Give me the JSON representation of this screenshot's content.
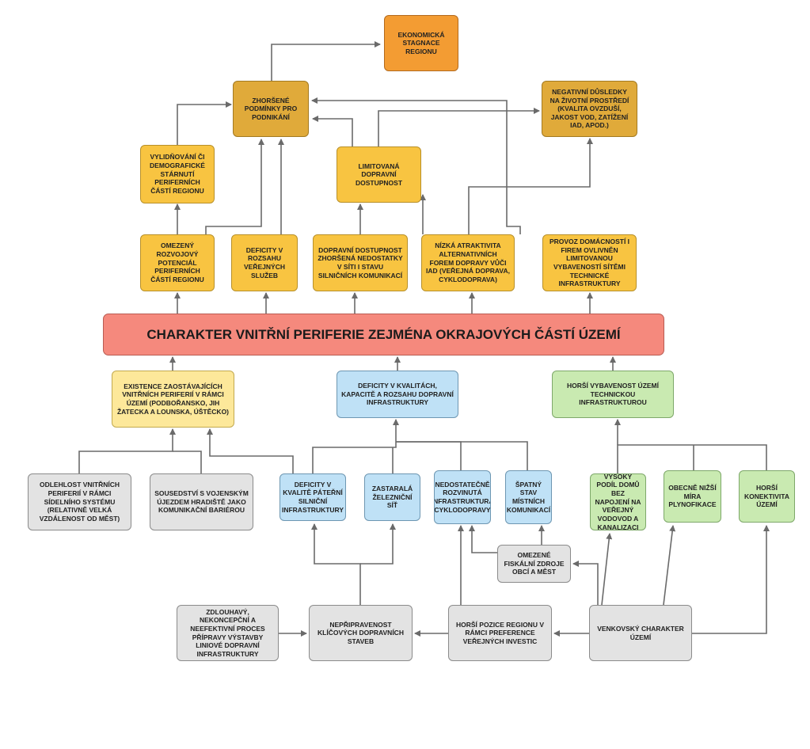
{
  "nodes": {
    "ekonomicka_stagnace": "EKONOMICKÁ STAGNACE REGIONU",
    "zhorsene_podminky": "ZHORŠENÉ PODMÍNKY PRO PODNIKÁNÍ",
    "negativni_dusledky": "NEGATIVNÍ DŮSLEDKY NA ŽIVOTNÍ PROSTŘEDÍ (KVALITA OVZDUŠÍ, JAKOST VOD, ZATÍŽENÍ IAD, APOD.)",
    "vylidnovani": "VYLIDŇOVÁNÍ ČI DEMOGRAFICKÉ STÁRNUTÍ PERIFERNÍCH ČÁSTÍ REGIONU",
    "limitovana_dostupnost": "LIMITOVANÁ DOPRAVNÍ DOSTUPNOST",
    "omezeny_potencial": "OMEZENÝ ROZVOJOVÝ POTENCIÁL PERIFERNÍCH ČÁSTÍ REGIONU",
    "deficity_sluzeb": "DEFICITY V ROZSAHU VEŘEJNÝCH SLUŽEB",
    "dopravni_dostupnost": "DOPRAVNÍ DOSTUPNOST ZHORŠENÁ NEDOSTATKY V SÍTI I STAVU SILNIČNÍCH KOMUNIKACÍ",
    "nizka_atraktivita": "NÍZKÁ ATRAKTIVITA ALTERNATIVNÍCH FOREM DOPRAVY VŮČI IAD (VEŘEJNÁ DOPRAVA, CYKLODOPRAVA)",
    "provoz_domacnosti": "PROVOZ DOMÁCNOSTÍ I FIREM OVLIVNĚN LIMITOVANOU VYBAVENOSTÍ SÍTĚMI TECHNICKÉ INFRASTRUKTURY",
    "charakter_periferie": "CHARAKTER VNITŘNÍ PERIFERIE ZEJMÉNA OKRAJOVÝCH ČÁSTÍ ÚZEMÍ",
    "existence_periferii": "EXISTENCE ZAOSTÁVAJÍCÍCH VNITŘNÍCH PERIFERIÍ V RÁMCI ÚZEMÍ (PODBOŘANSKO, JIH ŽATECKA A LOUNSKA, ÚŠTĚCKO)",
    "deficity_infrastruktury": "DEFICITY V KVALITÁCH, KAPACITĚ A ROZSAHU DOPRAVNÍ INFRASTRUKTURY",
    "horsi_vybavenost": "HORŠÍ VYBAVENOST ÚZEMÍ TECHNICKOU INFRASTRUKTUROU",
    "odlehlost": "ODLEHLOST VNITŘNÍCH PERIFERIÍ V RÁMCI SÍDELNÍHO SYSTÉMU (RELATIVNĚ VELKÁ VZDÁLENOST OD MĚST)",
    "sousedstvi": "SOUSEDSTVÍ S VOJENSKÝM ÚJEZDEM HRADIŠTĚ JAKO KOMUNIKAČNÍ BARIÉROU",
    "deficity_patetni": "DEFICITY V KVALITĚ PÁTEŘNÍ SILNIČNÍ INFRASTRUKTURY",
    "zastarala_sit": "ZASTARALÁ ŽELEZNIČNÍ SÍŤ",
    "cyklodoprava": "NEDOSTATEČNĚ ROZVINUTÁ INFRASTRUKTURA CYKLODOPRAVY",
    "spatny_stav": "ŠPATNÝ STAV MÍSTNÍCH KOMUNIKACÍ",
    "vysoky_podil": "VYSOKÝ PODÍL DOMŮ BEZ NAPOJENÍ NA VEŘEJNÝ VODOVOD A KANALIZACI",
    "plynofikace": "OBECNĚ NIŽŠÍ MÍRA PLYNOFIKACE",
    "konektivita": "HORŠÍ KONEKTIVITA ÚZEMÍ",
    "fiskalni_zdroje": "OMEZENÉ FISKÁLNÍ ZDROJE OBCÍ A MĚST",
    "zdlouhavy_proces": "ZDLOUHAVÝ, NEKONCEPČNÍ A NEEFEKTIVNÍ PROCES PŘÍPRAVY VÝSTAVBY LINIOVÉ DOPRAVNÍ INFRASTRUKTURY",
    "nepripravenost": "NEPŘIPRAVENOST KLÍČOVÝCH DOPRAVNÍCH STAVEB",
    "horsi_pozice": "HORŠÍ POZICE REGIONU V RÁMCI PREFERENCE VEŘEJNÝCH INVESTIC",
    "venkovsky_charakter": "VENKOVSKÝ CHARAKTER ÚZEMÍ"
  }
}
